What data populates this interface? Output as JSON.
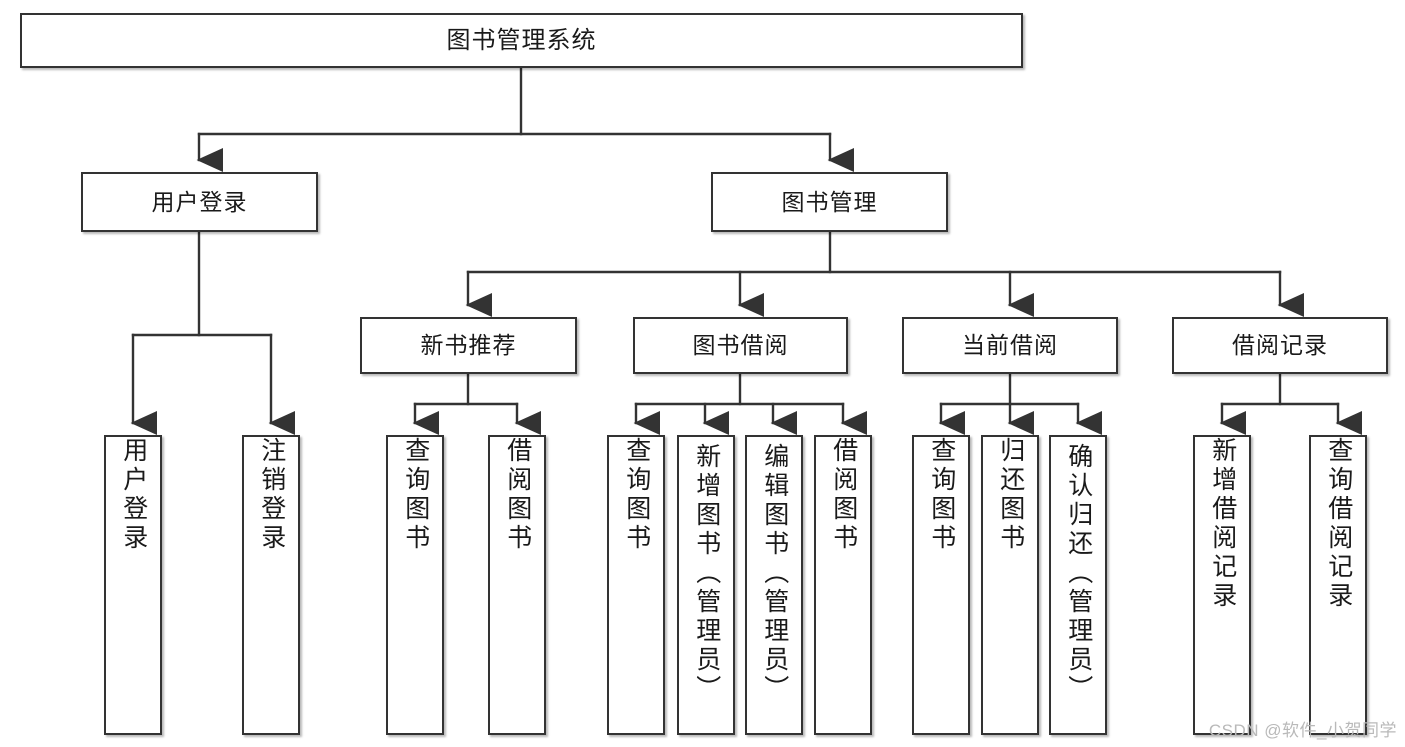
{
  "diagram": {
    "title": "图书管理系统",
    "type": "tree",
    "colors": {
      "box_border": "#333333",
      "box_fill": "#ffffff",
      "line": "#333333",
      "text": "#1a1a1a",
      "watermark": "#b9b9b9"
    },
    "root": {
      "label": "图书管理系统"
    },
    "level2": [
      {
        "label": "用户登录"
      },
      {
        "label": "图书管理"
      }
    ],
    "level3": [
      {
        "label": "新书推荐"
      },
      {
        "label": "图书借阅"
      },
      {
        "label": "当前借阅"
      },
      {
        "label": "借阅记录"
      }
    ],
    "leaves": {
      "user_login": [
        {
          "label": "用户登录"
        },
        {
          "label": "注销登录"
        }
      ],
      "new_book": [
        {
          "label": "查询图书"
        },
        {
          "label": "借阅图书"
        }
      ],
      "book_borrow": [
        {
          "label": "查询图书"
        },
        {
          "label": "新增图书（管理员）"
        },
        {
          "label": "编辑图书（管理员）"
        },
        {
          "label": "借阅图书"
        }
      ],
      "current_borrow": [
        {
          "label": "查询图书"
        },
        {
          "label": "归还图书"
        },
        {
          "label": "确认归还（管理员）"
        }
      ],
      "borrow_record": [
        {
          "label": "新增借阅记录"
        },
        {
          "label": "查询借阅记录"
        }
      ]
    }
  },
  "watermark": {
    "text": "CSDN @软件_小贺同学"
  }
}
